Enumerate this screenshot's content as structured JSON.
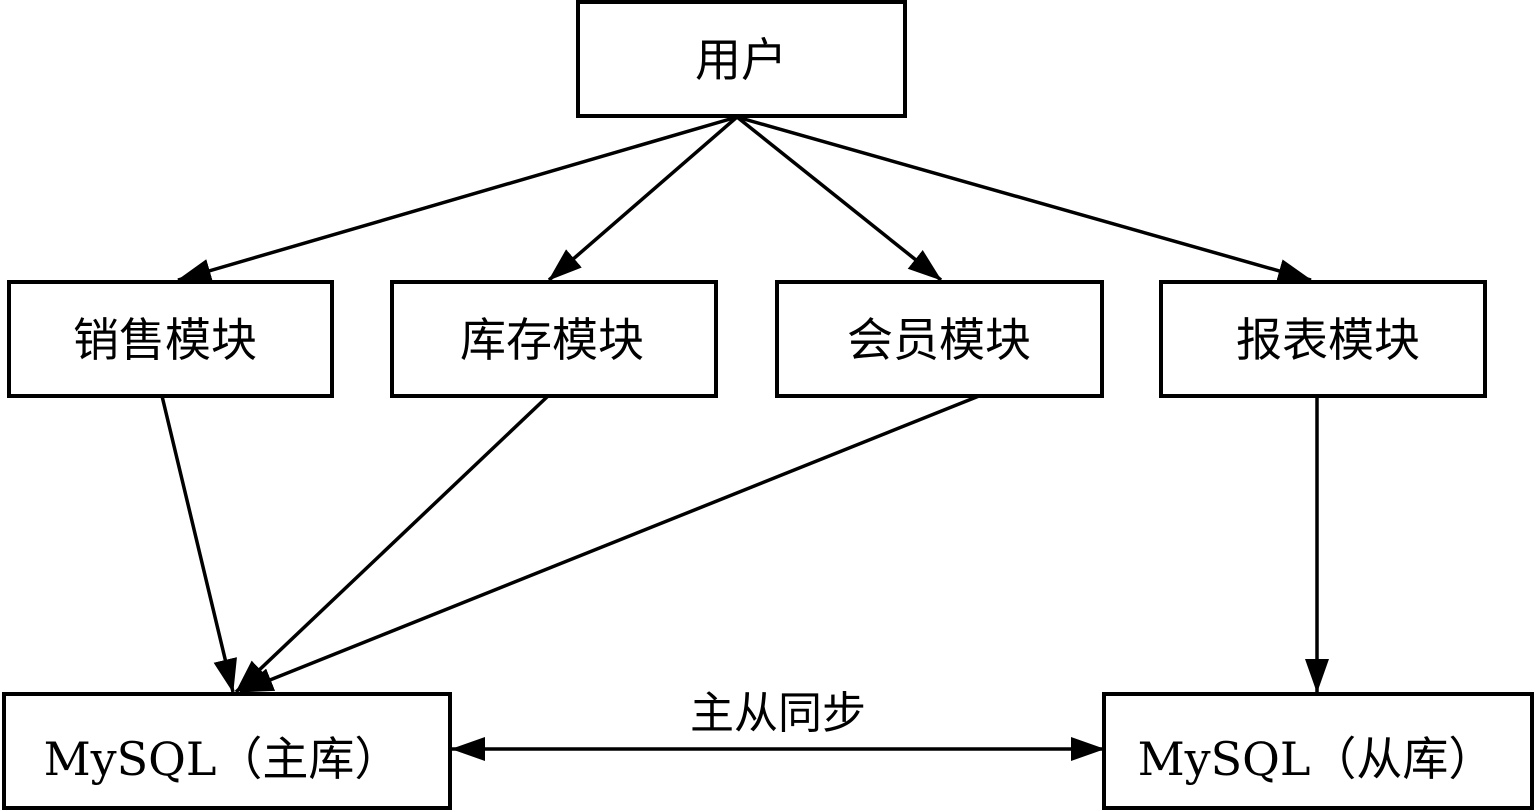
{
  "diagram": {
    "type": "architecture-flow",
    "nodes": {
      "user": {
        "label": "用户"
      },
      "sales": {
        "label": "销售模块"
      },
      "inventory": {
        "label": "库存模块"
      },
      "member": {
        "label": "会员模块"
      },
      "report": {
        "label": "报表模块"
      },
      "master_db": {
        "label": "MySQL（主库）"
      },
      "slave_db": {
        "label": "MySQL（从库）"
      }
    },
    "edges": [
      {
        "from": "user",
        "to": "sales",
        "direction": "forward"
      },
      {
        "from": "user",
        "to": "inventory",
        "direction": "forward"
      },
      {
        "from": "user",
        "to": "member",
        "direction": "forward"
      },
      {
        "from": "user",
        "to": "report",
        "direction": "forward"
      },
      {
        "from": "sales",
        "to": "master_db",
        "direction": "forward"
      },
      {
        "from": "inventory",
        "to": "master_db",
        "direction": "forward"
      },
      {
        "from": "member",
        "to": "master_db",
        "direction": "forward"
      },
      {
        "from": "report",
        "to": "slave_db",
        "direction": "forward"
      },
      {
        "from": "master_db",
        "to": "slave_db",
        "direction": "bidirectional",
        "label": "主从同步"
      }
    ],
    "sync_label": "主从同步",
    "colors": {
      "stroke": "#000000",
      "background": "#ffffff"
    }
  }
}
